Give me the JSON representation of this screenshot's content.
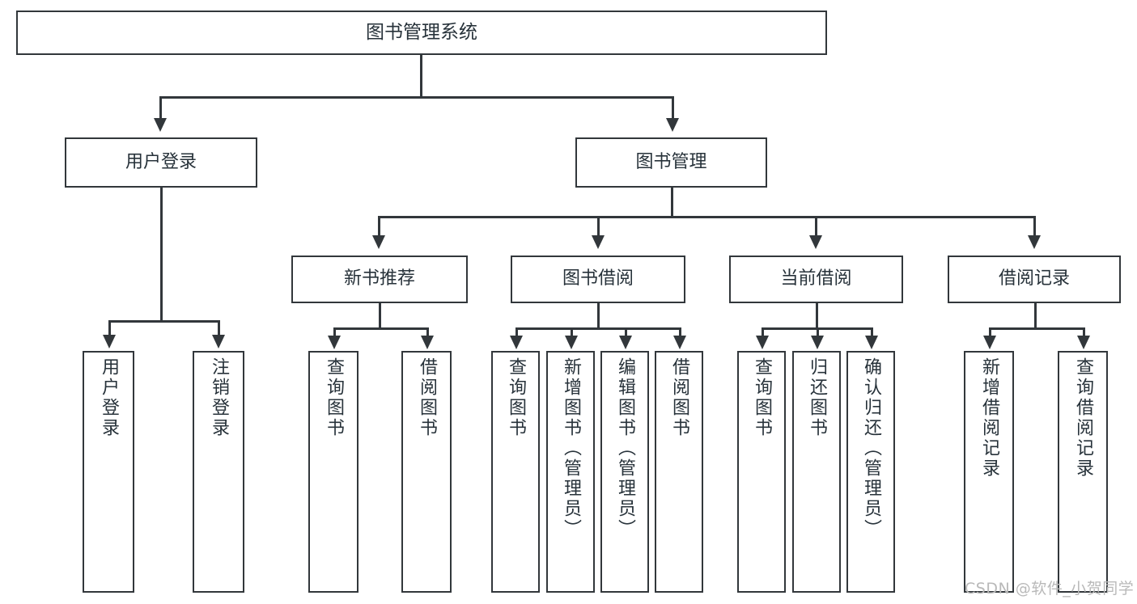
{
  "diagram": {
    "title": "图书管理系统",
    "type": "hierarchy-tree",
    "levels": 4
  },
  "root": {
    "label": "图书管理系统"
  },
  "level2": [
    {
      "label": "用户登录"
    },
    {
      "label": "图书管理"
    }
  ],
  "level3": [
    {
      "label": "新书推荐"
    },
    {
      "label": "图书借阅"
    },
    {
      "label": "当前借阅"
    },
    {
      "label": "借阅记录"
    }
  ],
  "leaves": {
    "user_login": [
      {
        "label": "用户登录"
      },
      {
        "label": "注销登录"
      }
    ],
    "new_book_recommend": [
      {
        "label": "查询图书"
      },
      {
        "label": "借阅图书"
      }
    ],
    "book_borrow": [
      {
        "label": "查询图书"
      },
      {
        "label": "新增图书（管理员）"
      },
      {
        "label": "编辑图书（管理员）"
      },
      {
        "label": "借阅图书"
      }
    ],
    "current_borrow": [
      {
        "label": "查询图书"
      },
      {
        "label": "归还图书"
      },
      {
        "label": "确认归还（管理员）"
      }
    ],
    "borrow_record": [
      {
        "label": "新增借阅记录"
      },
      {
        "label": "查询借阅记录"
      }
    ]
  },
  "watermark": {
    "text": "CSDN @软件_小贺同学"
  },
  "colors": {
    "stroke": "#32373b",
    "text": "#27323a",
    "background": "#ffffff",
    "watermark": "#b9b9b9"
  }
}
